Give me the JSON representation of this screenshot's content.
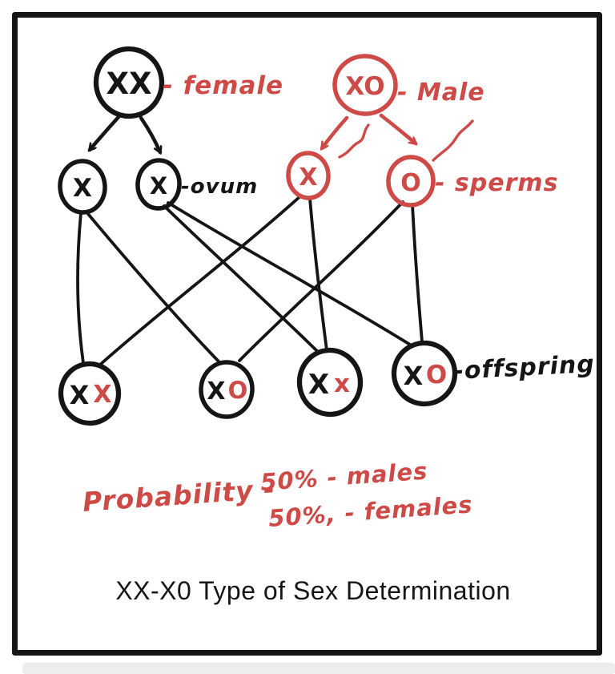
{
  "colors": {
    "ink": "#151515",
    "red": "#cd4a47",
    "paper": "#ffffff",
    "shadow": "#ededed"
  },
  "parents": {
    "female": {
      "genotype": "XX",
      "label": "- female"
    },
    "male": {
      "genotype": "XO",
      "label": "- Male"
    }
  },
  "gametes": {
    "ovum_left": "X",
    "ovum_right": "X",
    "ovum_label": "-ovum",
    "sperm_x": "X",
    "sperm_o": "O",
    "sperm_label": "- sperms"
  },
  "offspring": {
    "label": "-offspring",
    "o1": {
      "a": "X",
      "b": "X"
    },
    "o2": {
      "a": "X",
      "b": "O"
    },
    "o3": {
      "a": "X",
      "b": "x"
    },
    "o4": {
      "a": "X",
      "b": "O"
    }
  },
  "probability": {
    "intro": "Probability -",
    "males": "50% - males",
    "females": "50%, - females"
  },
  "caption": "XX-X0 Type of Sex Determination"
}
